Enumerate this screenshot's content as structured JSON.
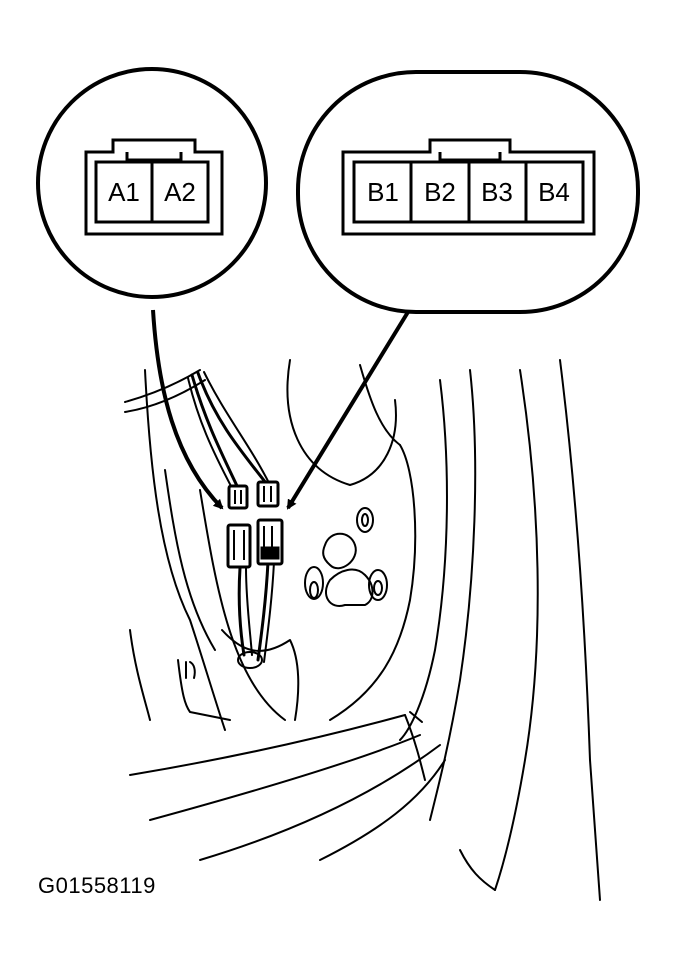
{
  "figure_code": "G01558119",
  "connector_a": {
    "pins": [
      "A1",
      "A2"
    ]
  },
  "connector_b": {
    "pins": [
      "B1",
      "B2",
      "B3",
      "B4"
    ]
  }
}
